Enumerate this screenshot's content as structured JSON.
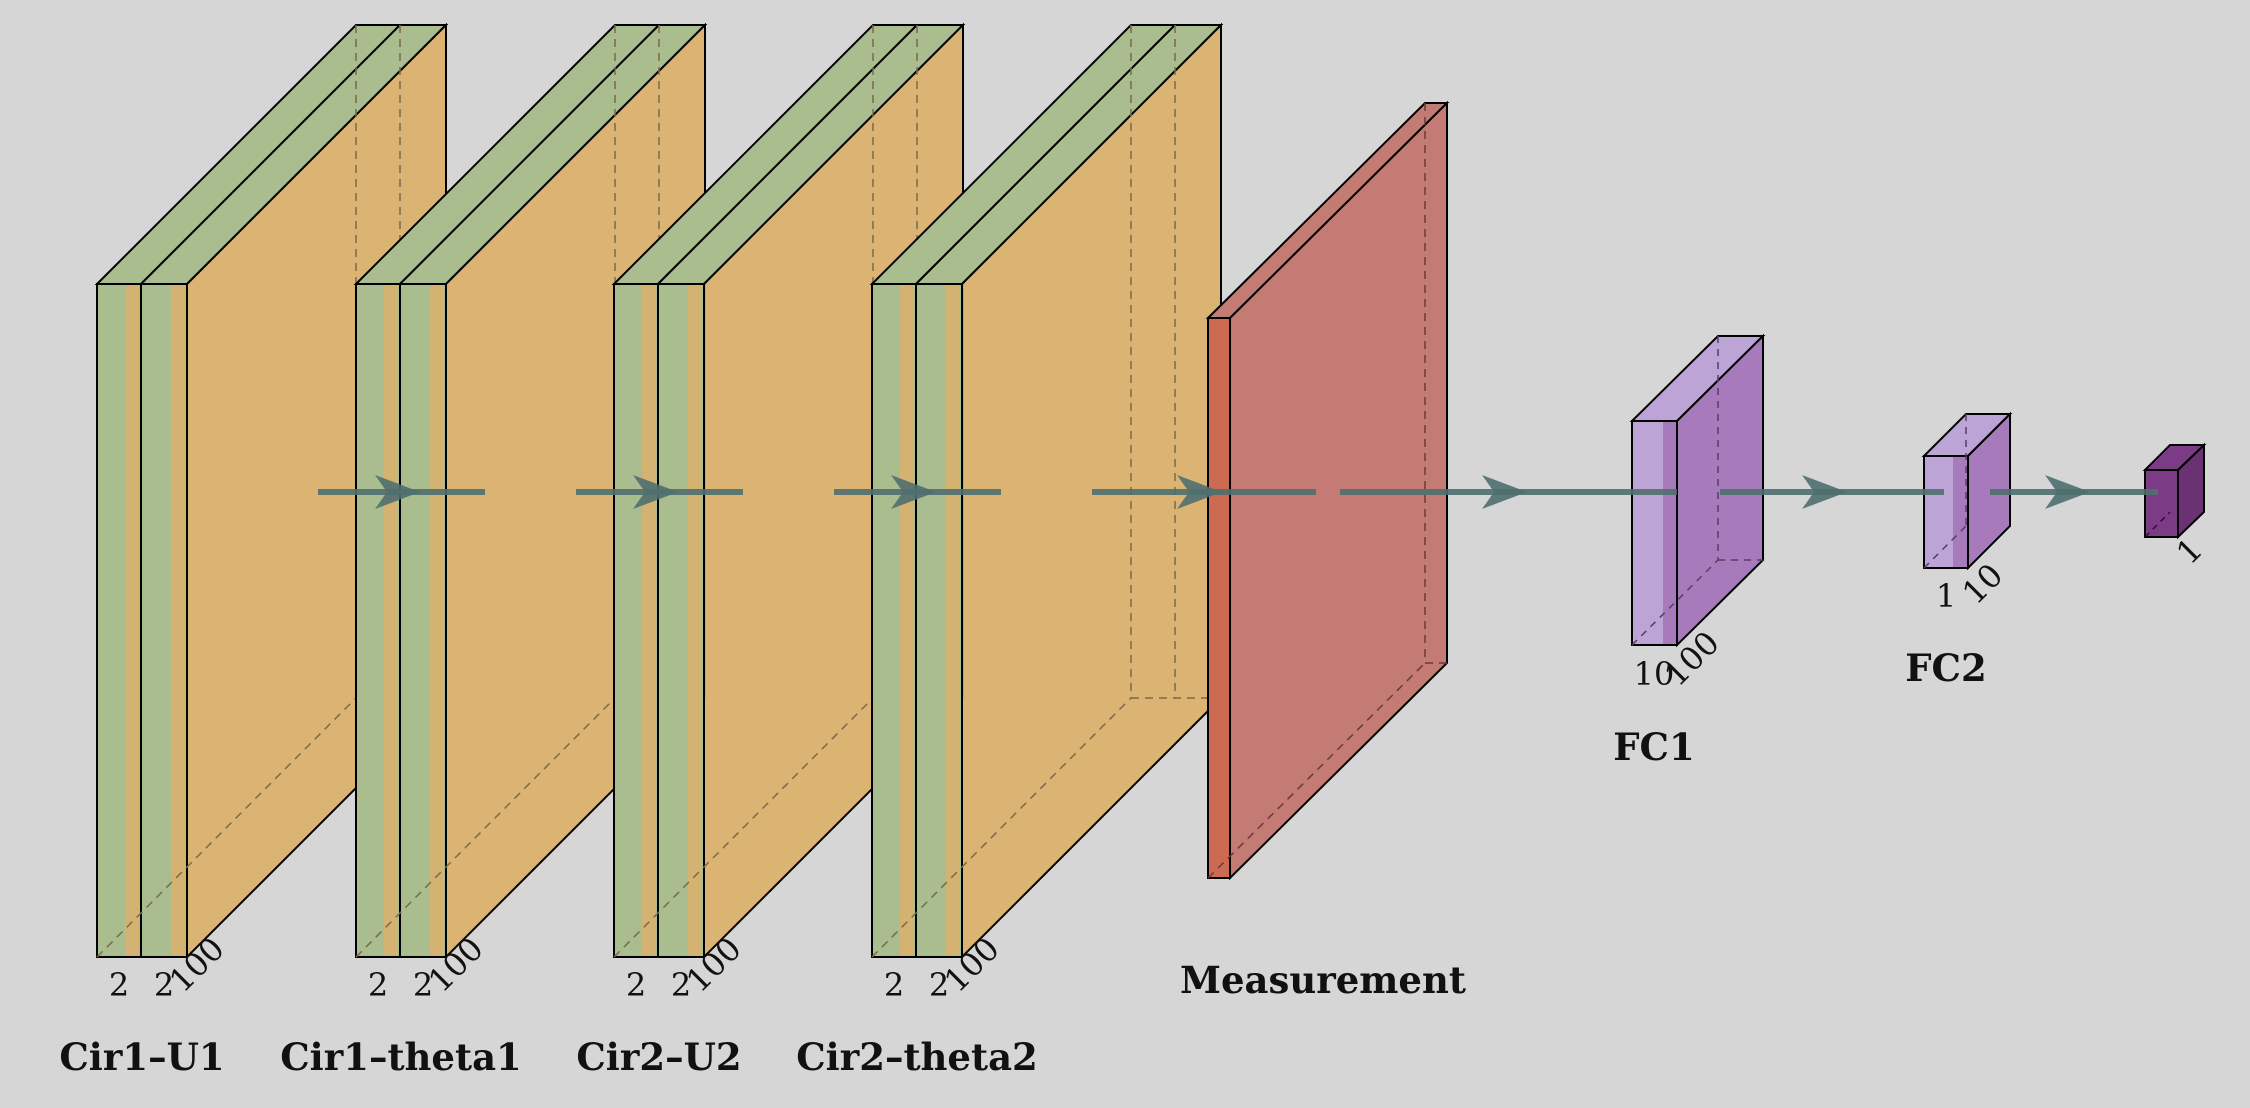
{
  "colors": {
    "background": "#d6d6d6",
    "circuit_back": "#dcb06c",
    "circuit_front": "#a9bd8f",
    "measurement": "#c37b74",
    "measurement_edge": "#cc6b52",
    "fc_light": "#bca4d6",
    "fc_mid": "#a77bbb",
    "output": "#7b3c85",
    "arrow": "#4f6f6f"
  },
  "blocks": [
    {
      "name": "Cir1-U1",
      "label": "Cir1–U1",
      "dims": [
        "2",
        "2",
        "100"
      ]
    },
    {
      "name": "Cir1-theta1",
      "label": "Cir1–theta1",
      "dims": [
        "2",
        "2",
        "100"
      ]
    },
    {
      "name": "Cir2-U2",
      "label": "Cir2–U2",
      "dims": [
        "2",
        "2",
        "100"
      ]
    },
    {
      "name": "Cir2-theta2",
      "label": "Cir2–theta2",
      "dims": [
        "2",
        "2",
        "100"
      ]
    },
    {
      "name": "measurement",
      "label": "Measurement",
      "dims": []
    },
    {
      "name": "fc1",
      "label": "FC1",
      "dims": [
        "10",
        "100"
      ]
    },
    {
      "name": "fc2",
      "label": "FC2",
      "dims": [
        "1",
        "10"
      ]
    },
    {
      "name": "output",
      "label": "",
      "dims": [
        "1"
      ]
    }
  ]
}
